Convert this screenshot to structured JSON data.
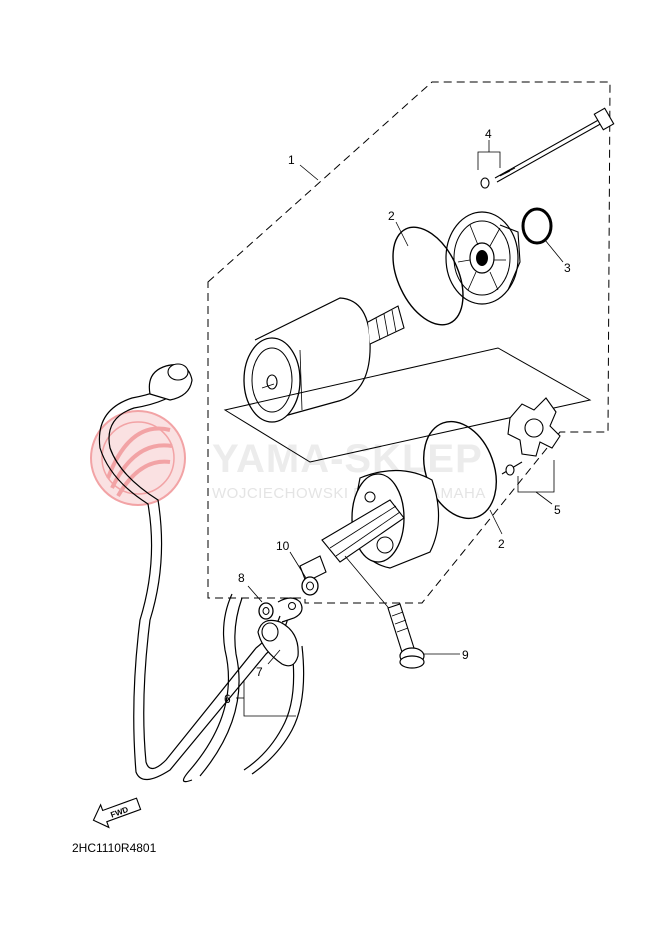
{
  "diagram": {
    "callouts": [
      "1",
      "2",
      "3",
      "4",
      "5",
      "2",
      "6",
      "7",
      "8",
      "9",
      "10"
    ],
    "direction_label": "FWD",
    "drawing_code": "2HC1110R4801"
  },
  "watermark": {
    "brand": "YAMA-SKLEP",
    "tagline": "WOJCIECHOWSKI DEALER YAMAHA"
  },
  "colors": {
    "logo_accent": "#e8585d",
    "watermark_text": "#ececec"
  }
}
